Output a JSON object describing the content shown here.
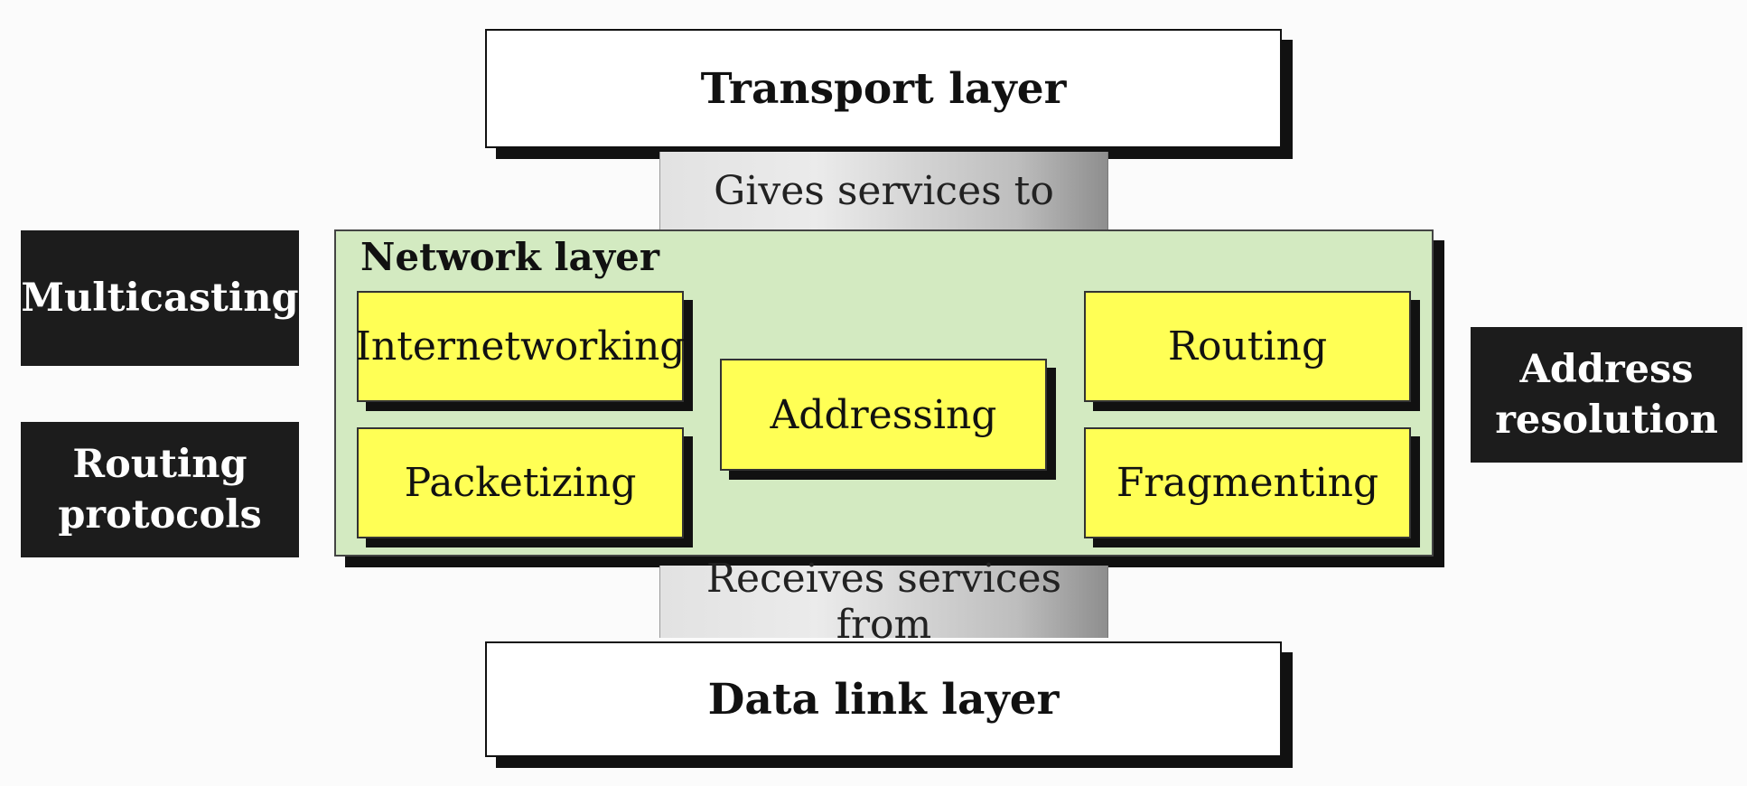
{
  "diagram": {
    "transport_layer": "Transport layer",
    "gives_services": "Gives services to",
    "network_layer": "Network layer",
    "duties": {
      "internetworking": "Internetworking",
      "packetizing": "Packetizing",
      "addressing": "Addressing",
      "routing": "Routing",
      "fragmenting": "Fragmenting"
    },
    "receives_services": "Receives services from",
    "data_link_layer": "Data link layer",
    "related": {
      "multicasting": "Multicasting",
      "routing_protocols": "Routing protocols",
      "address_resolution": "Address resolution"
    }
  }
}
